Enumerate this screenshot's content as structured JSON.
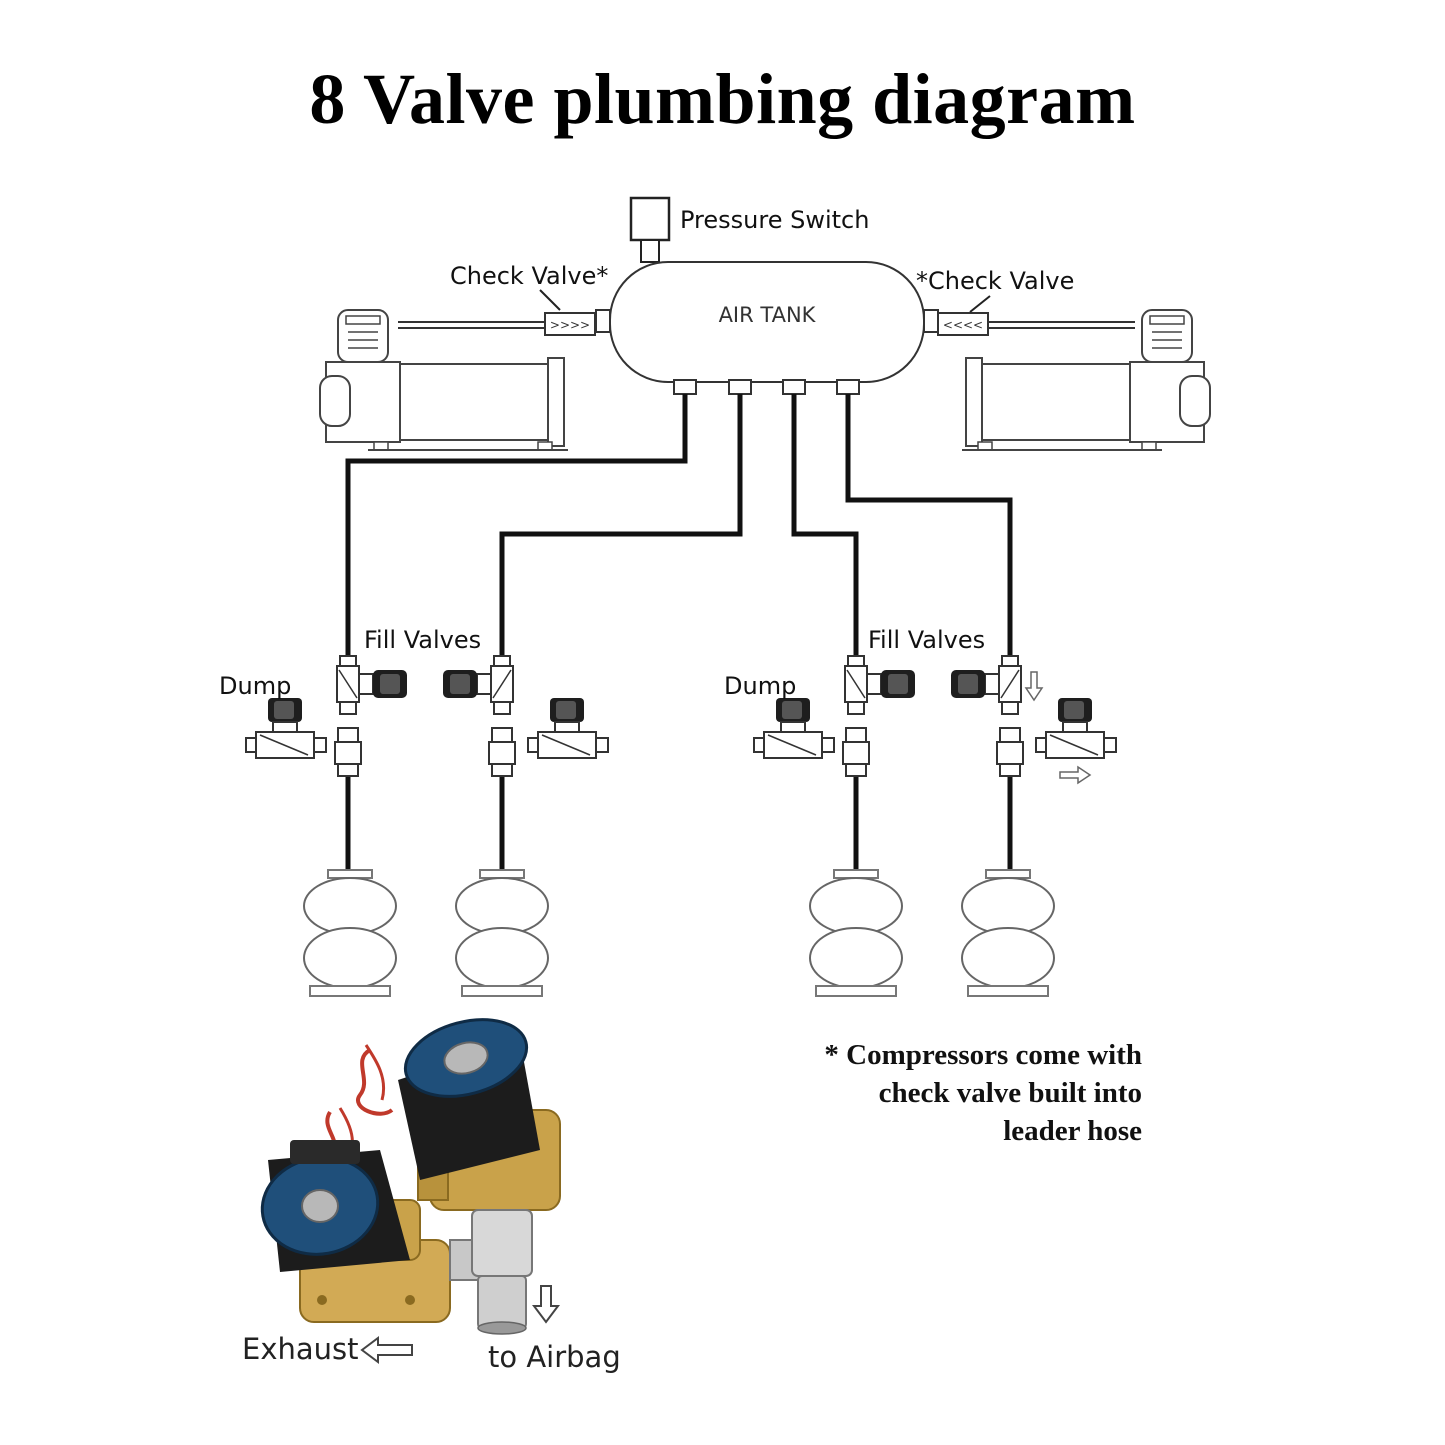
{
  "title": "8 Valve plumbing diagram",
  "labels": {
    "pressure_switch": "Pressure Switch",
    "check_valve_left": "Check Valve*",
    "check_valve_right": "*Check Valve",
    "air_tank": "AIR TANK",
    "fill_valves_left": "Fill Valves",
    "fill_valves_right": "Fill Valves",
    "dump_left": "Dump",
    "dump_right": "Dump",
    "check_arrows_left": ">>>>",
    "check_arrows_right": "<<<<"
  },
  "note": {
    "line1": "* Compressors come with",
    "line2": "check valve built into",
    "line3": "leader hose"
  },
  "photo_labels": {
    "exhaust": "Exhaust",
    "to_airbag": "to Airbag"
  },
  "colors": {
    "line": "#111111",
    "solenoid_body": "#1c1c1c",
    "solenoid_cap": "#1f4f7a",
    "brass": "#c9a24a",
    "wire_red": "#c0392b"
  }
}
